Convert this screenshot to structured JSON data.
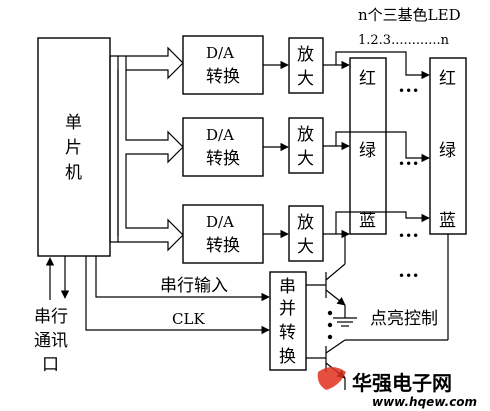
{
  "header": {
    "title": "n个三基色LED",
    "index_range": "1.2.3............n"
  },
  "blocks": {
    "mcu": [
      "单",
      "片",
      "机"
    ],
    "da": {
      "line1": "D/A",
      "line2": "转换"
    },
    "amp": [
      "放",
      "大"
    ],
    "led_colors": [
      "红",
      "绿",
      "蓝"
    ],
    "sipo": [
      "串",
      "并",
      "转",
      "换"
    ]
  },
  "labels": {
    "serial_input": "串行输入",
    "clk": "CLK",
    "serial_comm": [
      "串行",
      "通讯",
      "口"
    ],
    "light_control": "点亮控制",
    "dots": "•••"
  },
  "watermark": {
    "brand": "华强电子网",
    "url": "www.hqew.com",
    "color": "#e0301e"
  }
}
